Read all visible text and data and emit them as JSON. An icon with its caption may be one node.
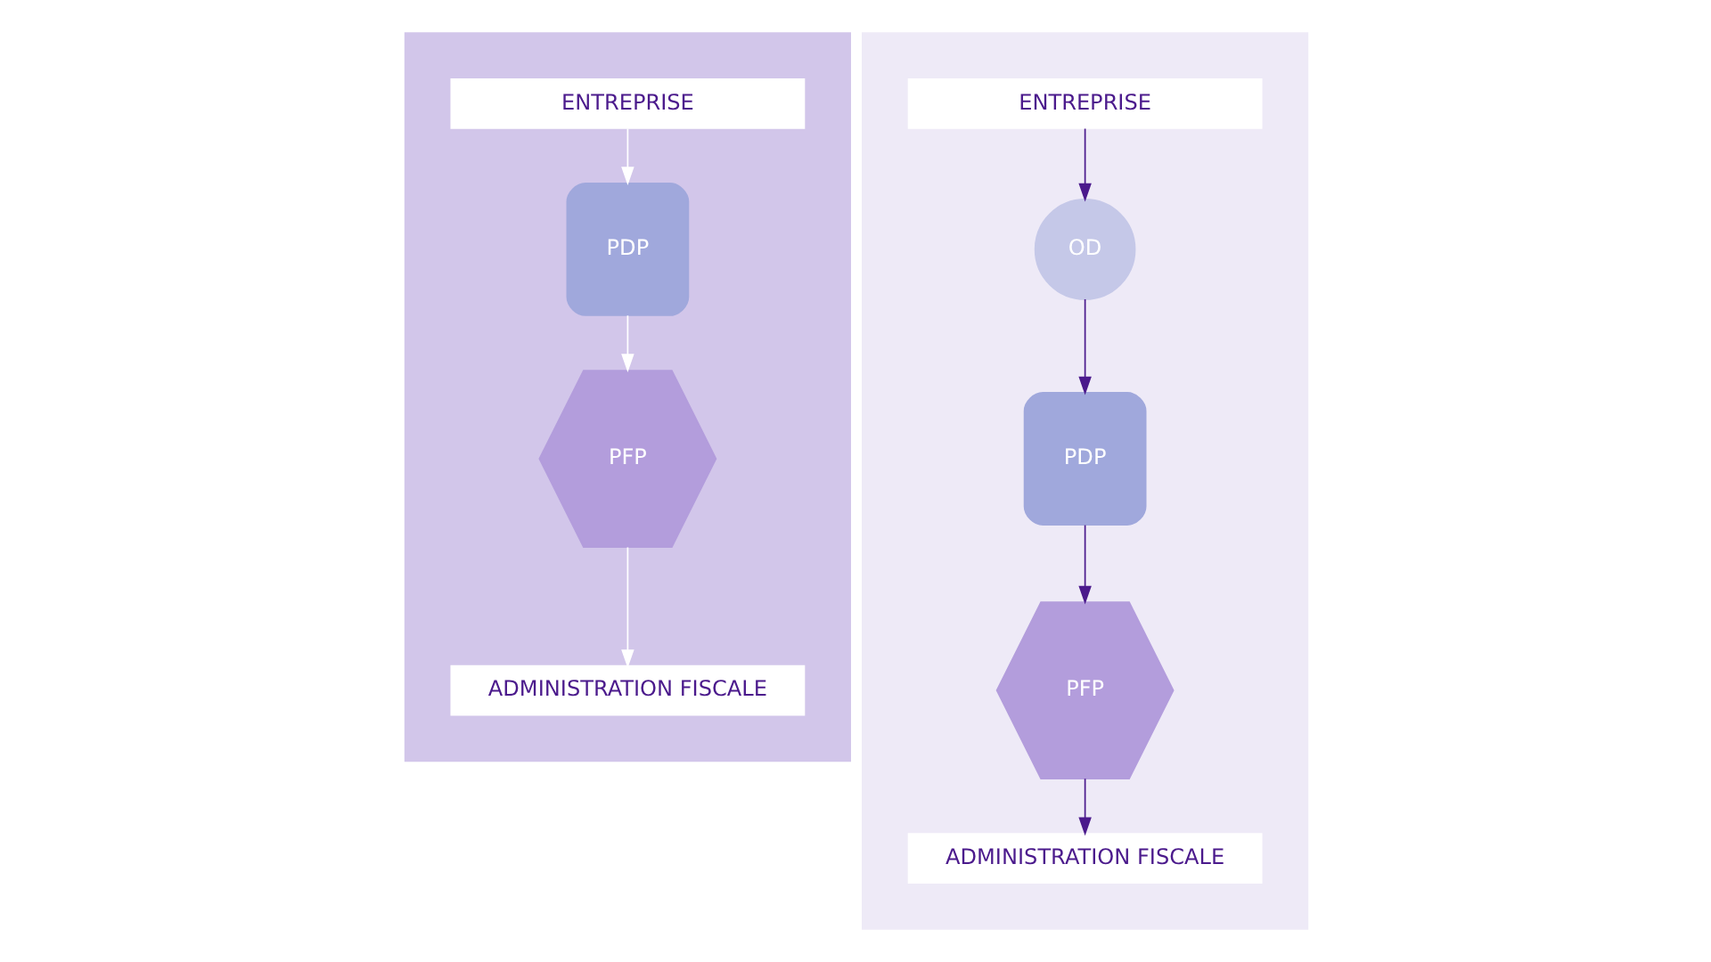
{
  "diagram": {
    "nodes": [
      {
        "text": [],
        "shape": "box"
      },
      {
        "text": [
          "ENTREPRISE"
        ],
        "in": 0
      },
      {
        "text": [
          "PDP"
        ],
        "in": 0
      },
      {
        "text": [
          "PFP"
        ],
        "in": 0
      },
      {
        "text": [
          "ADMINISTRATION FISCALE"
        ],
        "in": 0
      },
      {
        "text": [],
        "shape": "box"
      },
      {
        "text": [
          "ENTREPRISE"
        ],
        "in": 5
      },
      {
        "text": [
          "OD"
        ],
        "in": 5
      },
      {
        "text": [
          "PDP"
        ],
        "in": 5
      },
      {
        "text": [
          "PFP"
        ],
        "in": 5
      },
      {
        "text": [
          "ADMINISTRATION FISCALE"
        ],
        "in": 5
      }
    ],
    "edges": [
      {
        "from": 1,
        "to": 2,
        "arrow": "to",
        "color": "#ffffff"
      },
      {
        "from": 2,
        "to": 3,
        "arrow": "to",
        "color": "#ffffff"
      },
      {
        "from": 3,
        "to": 4,
        "arrow": "to",
        "color": "#ffffff"
      },
      {
        "from": 6,
        "to": 7,
        "arrow": "to"
      },
      {
        "from": 7,
        "to": 8,
        "arrow": "to"
      },
      {
        "from": 8,
        "to": 9,
        "arrow": "to"
      },
      {
        "from": 9,
        "to": 10,
        "arrow": "to"
      }
    ]
  }
}
